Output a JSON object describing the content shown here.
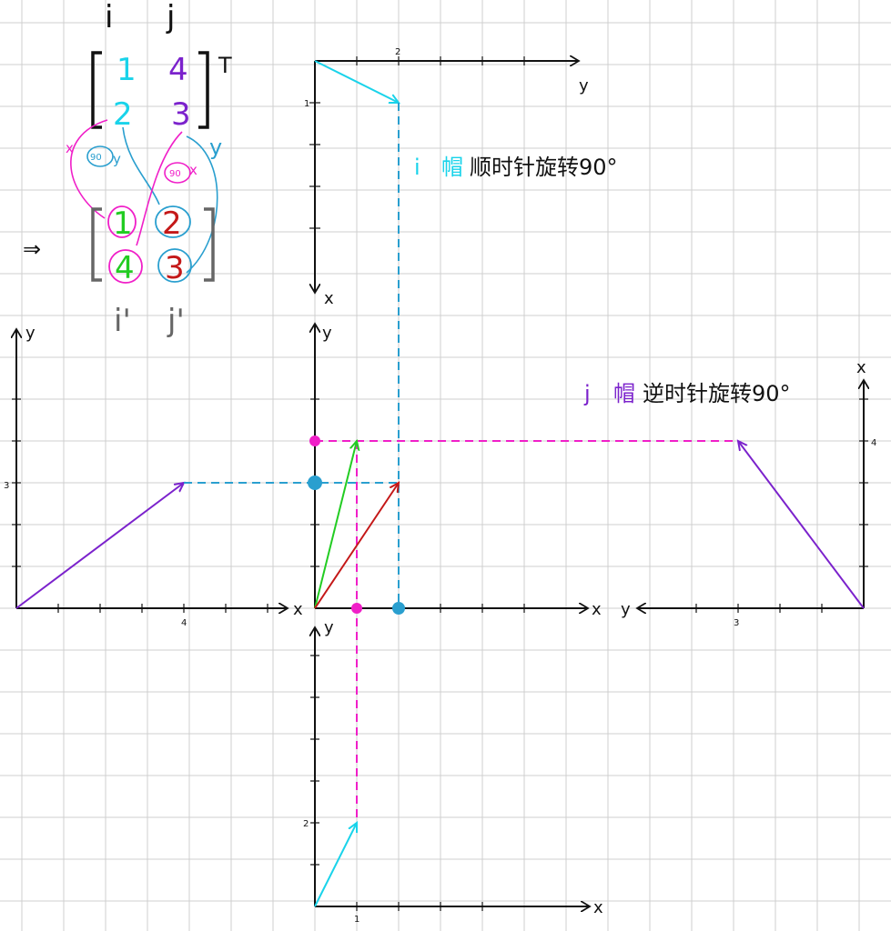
{
  "colors": {
    "grid": "#cfcfcf",
    "axis": "#111111",
    "cyan": "#19d3ea",
    "blue": "#2a9fcf",
    "purple": "#7b22cc",
    "magenta": "#f01fc8",
    "green": "#22cc22",
    "red": "#c41818",
    "gray": "#666666"
  },
  "matrix": {
    "col_labels": [
      "i",
      "j"
    ],
    "transpose_mark": "T",
    "original": [
      [
        "1",
        "4"
      ],
      [
        "2",
        "3"
      ]
    ],
    "result": [
      [
        "1",
        "2"
      ],
      [
        "4",
        "3"
      ]
    ],
    "result_labels": [
      "i'",
      "j'"
    ],
    "implies": "⇒",
    "annotations": {
      "left_x": "x",
      "left_angle": "90",
      "left_y": "y",
      "right_angle": "90",
      "right_x": "x",
      "right_y": "y"
    }
  },
  "notes": {
    "i_hat_prefix": "i",
    "i_hat_mid": "帽",
    "i_hat_text": "顺时针旋转90°",
    "j_hat_prefix": "j",
    "j_hat_mid": "帽",
    "j_hat_text": "逆时针旋转90°"
  },
  "axes": {
    "top": {
      "horizontal": "y",
      "vertical": "x",
      "tick_h": "2",
      "tick_v": "1"
    },
    "left": {
      "horizontal": "x",
      "vertical": "y",
      "tick_h": "4",
      "tick_v": "3"
    },
    "center": {
      "horizontal": "x",
      "vertical": "y"
    },
    "right": {
      "horizontal": "y",
      "vertical": "x",
      "tick_h": "3",
      "tick_v": "4"
    },
    "bottom": {
      "horizontal": "x",
      "vertical": "y",
      "tick_h": "1",
      "tick_v": "2"
    }
  }
}
